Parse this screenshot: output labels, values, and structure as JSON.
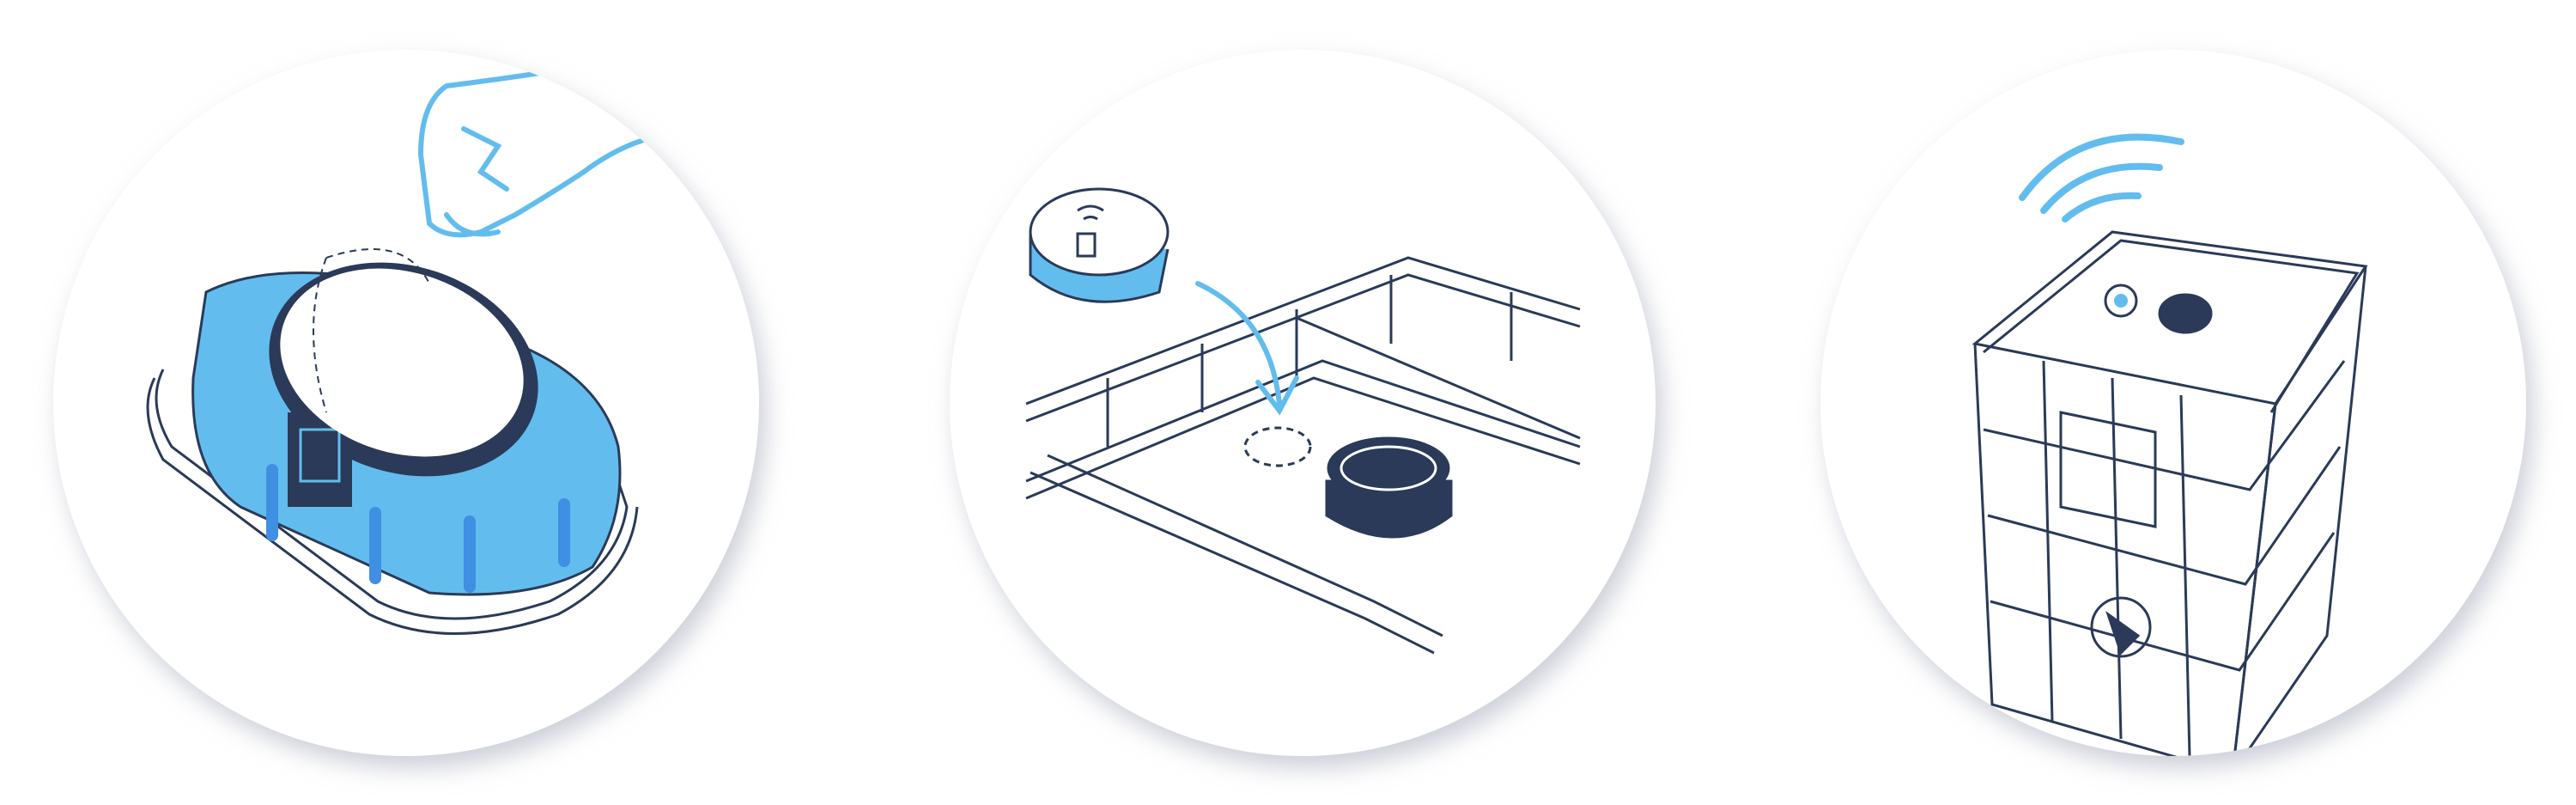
{
  "steps": [
    {
      "illustration": "peel-adhesive-backing-from-sensor"
    },
    {
      "illustration": "place-sensor-on-tank-lid"
    },
    {
      "illustration": "ibc-tank-transmitting-wireless-signal"
    }
  ],
  "colors": {
    "background": "#ffffff",
    "circle_fill": "#ffffff",
    "circle_shadow": "#c9ccd6",
    "accent_light_blue": "#62bdee",
    "accent_mid_blue": "#3f8fe2",
    "outline_navy": "#2a3a58"
  }
}
